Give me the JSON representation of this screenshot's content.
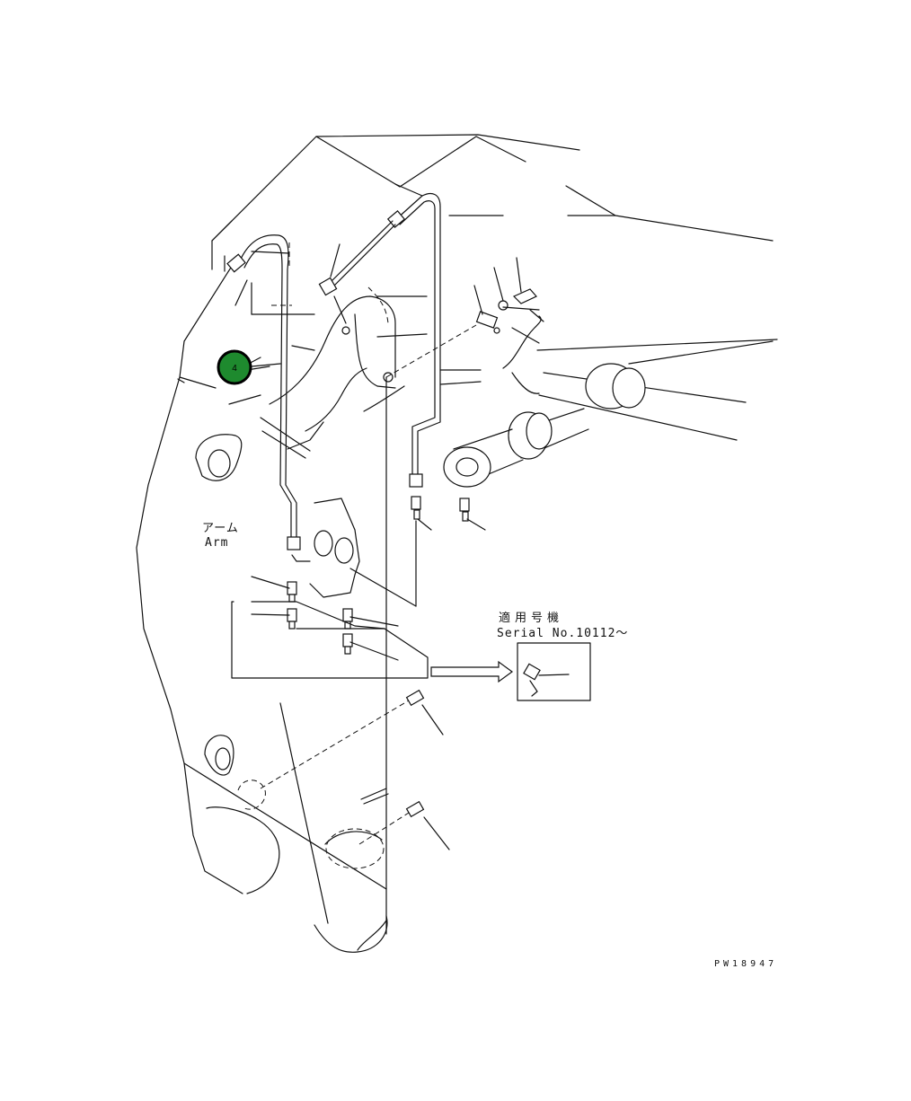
{
  "labels": {
    "arm_jp": "アーム",
    "arm_en": "Arm",
    "serial_jp": "適用号機",
    "serial_en": "Serial No.10112～",
    "drawing_code": "PW18947"
  },
  "callouts": [
    {
      "number": "4",
      "color": "#1e8a2e"
    }
  ],
  "colors": {
    "line": "#111111",
    "background": "#ffffff",
    "callout_fill": "#1e8a2e",
    "callout_ring": "#000000"
  }
}
